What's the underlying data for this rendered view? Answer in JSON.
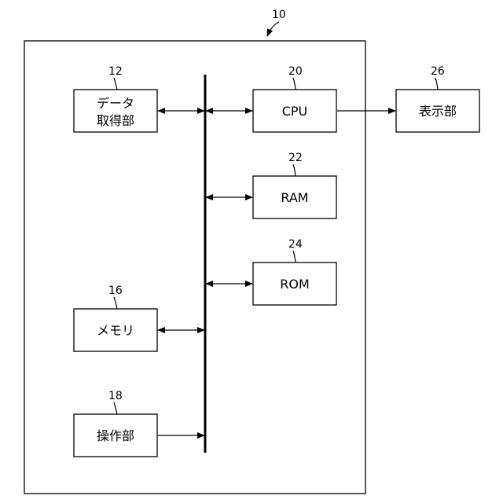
{
  "diagram": {
    "system": {
      "ref": "10"
    },
    "data_acquisition": {
      "ref": "12",
      "label_line1": "データ",
      "label_line2": "取得部"
    },
    "memory": {
      "ref": "16",
      "label": "メモリ"
    },
    "operation": {
      "ref": "18",
      "label": "操作部"
    },
    "cpu": {
      "ref": "20",
      "label": "CPU"
    },
    "ram": {
      "ref": "22",
      "label": "RAM"
    },
    "rom": {
      "ref": "24",
      "label": "ROM"
    },
    "display": {
      "ref": "26",
      "label": "表示部"
    }
  }
}
